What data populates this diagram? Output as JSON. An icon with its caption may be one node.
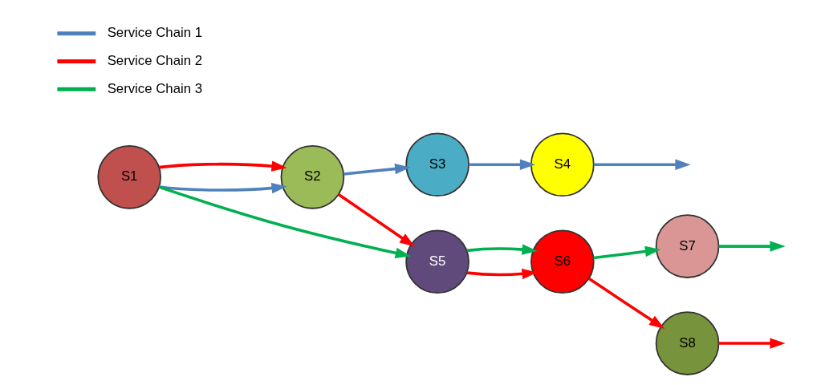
{
  "diagram": {
    "nodes": [
      {
        "text": [
          "S1"
        ]
      },
      {
        "text": [
          "S2"
        ]
      },
      {
        "text": [
          "S3"
        ]
      },
      {
        "text": [
          "S4"
        ]
      },
      {
        "text": [
          "S5"
        ]
      },
      {
        "text": [
          "S6"
        ]
      },
      {
        "text": [
          "S7"
        ]
      },
      {
        "text": [
          "S8"
        ]
      }
    ],
    "edges": [
      {
        "from": 0,
        "to": 1,
        "arrow": "to",
        "color": "#4f81bd"
      },
      {
        "from": 0,
        "to": 1,
        "arrow": "to",
        "color": "#ff0000"
      },
      {
        "from": 1,
        "to": 2,
        "arrow": "to",
        "color": "#4f81bd"
      },
      {
        "from": 2,
        "to": 3,
        "arrow": "to",
        "color": "#4f81bd"
      },
      {
        "from": 3,
        "to": null,
        "arrow": "to",
        "color": "#4f81bd"
      },
      {
        "from": 0,
        "to": 4,
        "arrow": "to",
        "color": "#00b050"
      },
      {
        "from": 1,
        "to": 4,
        "arrow": "to",
        "color": "#ff0000"
      },
      {
        "from": 4,
        "to": 5,
        "arrow": "to",
        "color": "#ff0000"
      },
      {
        "from": 4,
        "to": 5,
        "arrow": "to",
        "color": "#00b050"
      },
      {
        "from": 5,
        "to": 6,
        "arrow": "to",
        "color": "#00b050"
      },
      {
        "from": 5,
        "to": 7,
        "arrow": "to",
        "color": "#ff0000"
      },
      {
        "from": 6,
        "to": null,
        "arrow": "to",
        "color": "#00b050"
      },
      {
        "from": 7,
        "to": null,
        "arrow": "to",
        "color": "#ff0000"
      }
    ],
    "legend": [
      {
        "text": "Service Chain 1"
      },
      {
        "text": "Service Chain 2"
      },
      {
        "text": "Service Chain 3"
      }
    ]
  }
}
